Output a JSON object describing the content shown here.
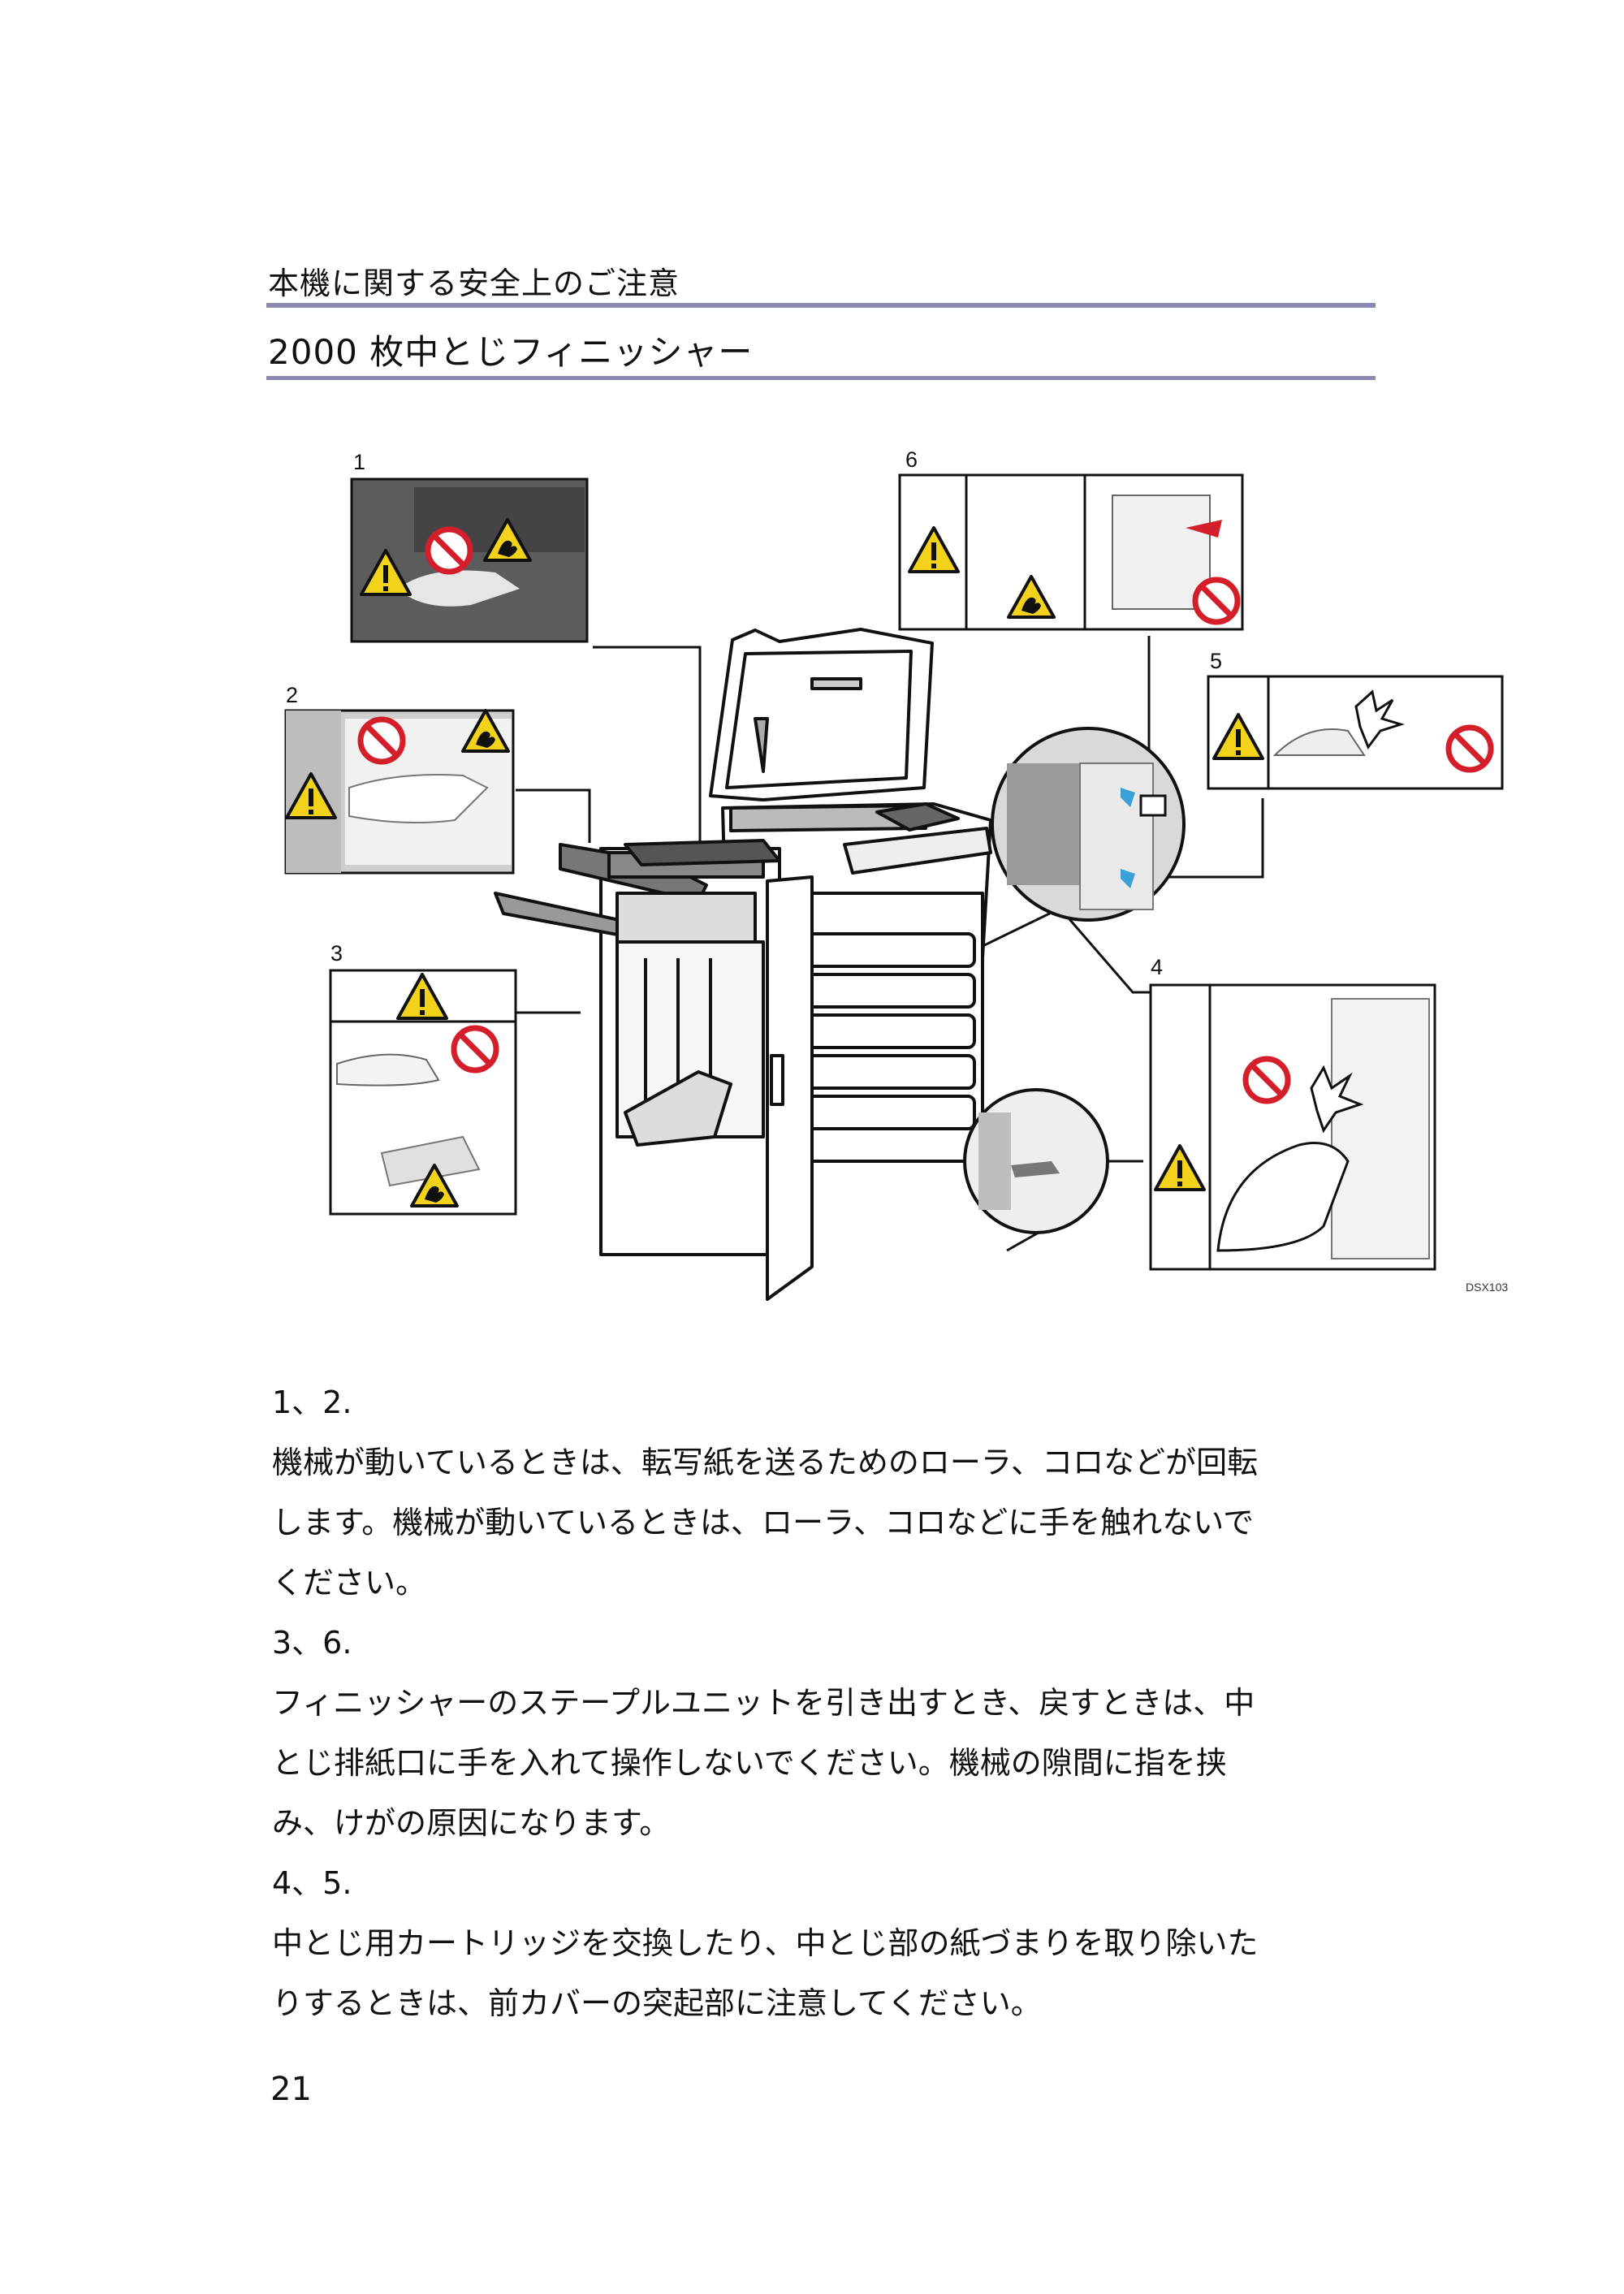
{
  "header": {
    "section_title": "本機に関する安全上のご注意",
    "page_title": "2000 枚中とじフィニッシャー"
  },
  "figure": {
    "callouts": [
      "1",
      "2",
      "3",
      "4",
      "5",
      "6"
    ],
    "code": "DSX103"
  },
  "body": [
    {
      "ref": "1、2.",
      "text": [
        "機械が動いているときは、転写紙を送るためのローラ、コロなどが回転",
        "します。機械が動いているときは、ローラ、コロなどに手を触れないで",
        "ください。"
      ]
    },
    {
      "ref": "3、6.",
      "text": [
        "フィニッシャーのステープルユニットを引き出すとき、戻すときは、中",
        "とじ排紙口に手を入れて操作しないでください。機械の隙間に指を挟",
        "み、けがの原因になります。"
      ]
    },
    {
      "ref": "4、5.",
      "text": [
        "中とじ用カートリッジを交換したり、中とじ部の紙づまりを取り除いた",
        "りするときは、前カバーの突起部に注意してください。"
      ]
    }
  ],
  "footer": {
    "page_number": "21"
  },
  "colors": {
    "rule": "#8a89b3",
    "warning_yellow": "#f3d21b",
    "prohibition_red": "#d41f2b",
    "accent_blue": "#3aa0d6"
  }
}
